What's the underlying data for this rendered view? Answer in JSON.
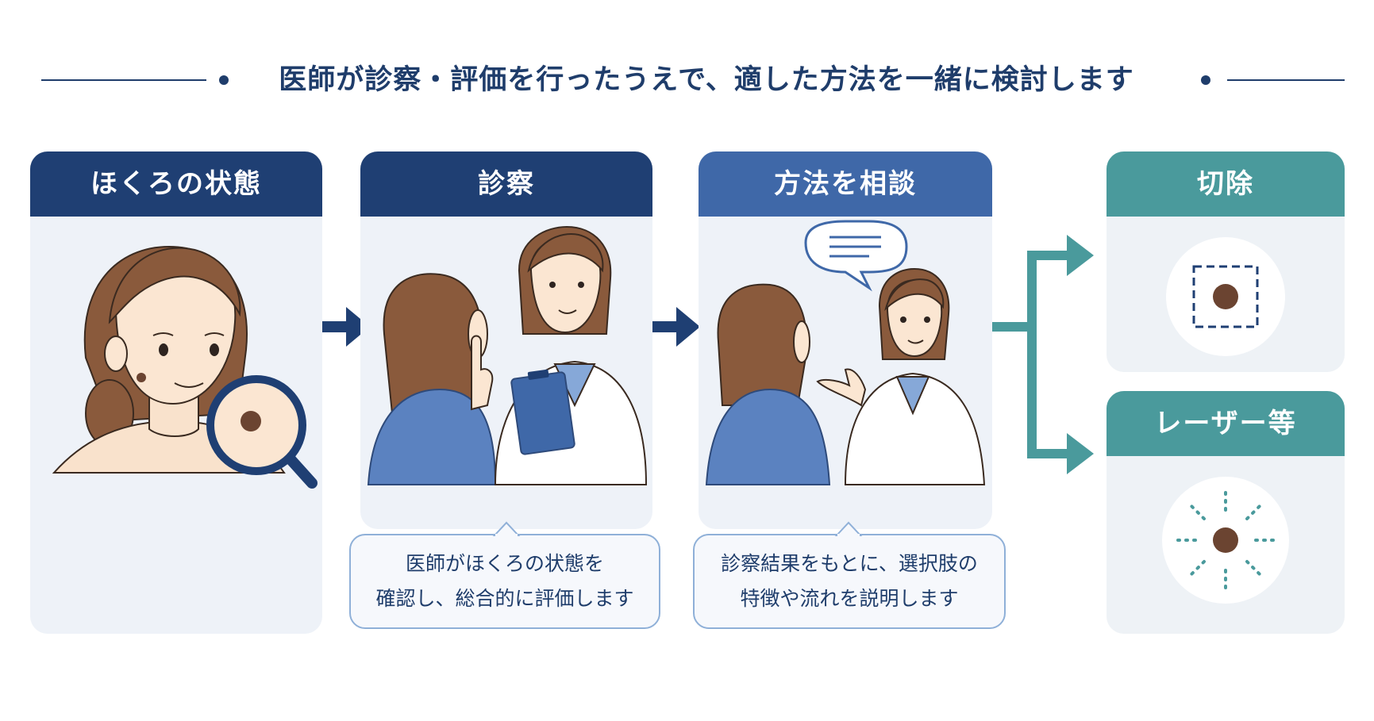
{
  "title": "医師が診察・評価を行ったうえで、適した方法を一緒に検討します",
  "steps": [
    {
      "label": "ほくろの状態"
    },
    {
      "label": "診察"
    },
    {
      "label": "方法を相談"
    }
  ],
  "captions": {
    "exam": [
      "医師がほくろの状態を",
      "確認し、総合的に評価します"
    ],
    "consult": [
      "診察結果をもとに、選択肢の",
      "特徴や流れを説明します"
    ]
  },
  "results": [
    {
      "label": "切除"
    },
    {
      "label": "レーザー等"
    }
  ],
  "colors": {
    "navy": "#1f3f73",
    "blue": "#3f68a8",
    "teal": "#4a9a9c",
    "card_bg": "#eef2f8",
    "mole": "#6b4431"
  }
}
